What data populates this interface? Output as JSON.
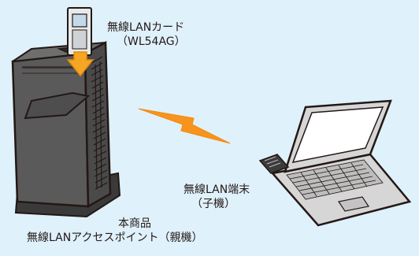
{
  "labels": {
    "card_name": "無線LANカード",
    "card_model": "（WL54AG）",
    "client_name": "無線LAN端末",
    "client_role": "（子機）",
    "router_product": "本商品",
    "router_name": "無線LANアクセスポイント（親機）"
  },
  "colors": {
    "background": "#dff1fb",
    "router_body": "#5a5a5a",
    "arrow": "#f6a623",
    "lightning": "#f7941d",
    "laptop_body": "#d6d6d6",
    "laptop_screen": "#ffffff",
    "outline": "#231815"
  },
  "icons": {
    "wireless_signal": "lightning-bolt",
    "insert_direction": "down-arrow"
  }
}
